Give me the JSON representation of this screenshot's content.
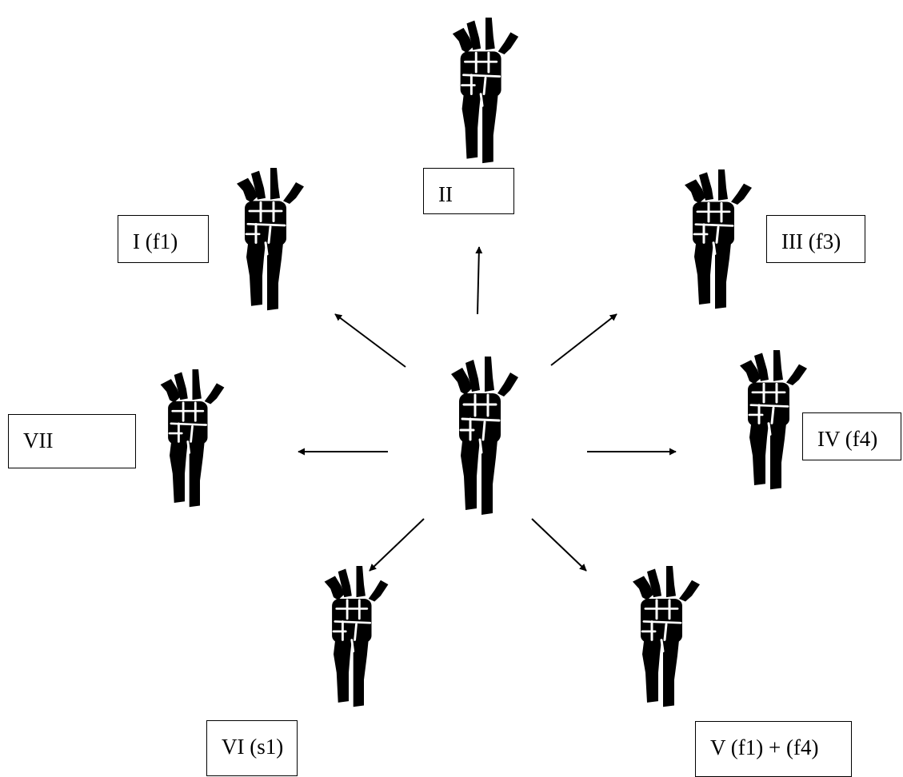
{
  "diagram": {
    "center": {
      "name": "center-skeleton"
    },
    "variants": [
      {
        "id": "II",
        "label": "II"
      },
      {
        "id": "I",
        "label": "I (f1)"
      },
      {
        "id": "III",
        "label": "III (f3)"
      },
      {
        "id": "VII",
        "label": "VII"
      },
      {
        "id": "IV",
        "label": "IV (f4)"
      },
      {
        "id": "VI",
        "label": "VI (s1)"
      },
      {
        "id": "V",
        "label": "V (f1) + (f4)"
      }
    ],
    "colors": {
      "bone": "#000000",
      "joint": "#ffffff",
      "arrow": "#000000",
      "box_border": "#000000"
    }
  }
}
